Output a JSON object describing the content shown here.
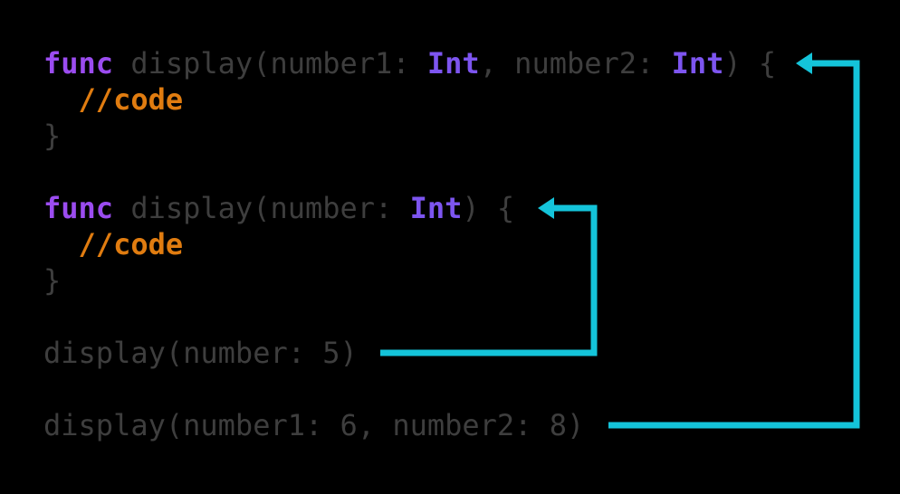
{
  "colors": {
    "background": "#000000",
    "plain": "#3e3e3e",
    "keyword": "#9b4cf0",
    "type": "#7d55f0",
    "comment": "#e07c10",
    "arrow": "#14c4da"
  },
  "code": {
    "language": "swift",
    "lines": [
      {
        "tokens": [
          {
            "text": "func",
            "style": "keyword"
          },
          {
            "text": " display(number1: ",
            "style": "plain"
          },
          {
            "text": "Int",
            "style": "type"
          },
          {
            "text": ", number2: ",
            "style": "plain"
          },
          {
            "text": "Int",
            "style": "type"
          },
          {
            "text": ") {",
            "style": "plain"
          }
        ]
      },
      {
        "tokens": [
          {
            "text": "  ",
            "style": "plain"
          },
          {
            "text": "//code",
            "style": "comment"
          }
        ]
      },
      {
        "tokens": [
          {
            "text": "}",
            "style": "plain"
          }
        ]
      },
      {
        "tokens": []
      },
      {
        "tokens": [
          {
            "text": "func",
            "style": "keyword"
          },
          {
            "text": " display(number: ",
            "style": "plain"
          },
          {
            "text": "Int",
            "style": "type"
          },
          {
            "text": ") {",
            "style": "plain"
          }
        ]
      },
      {
        "tokens": [
          {
            "text": "  ",
            "style": "plain"
          },
          {
            "text": "//code",
            "style": "comment"
          }
        ]
      },
      {
        "tokens": [
          {
            "text": "}",
            "style": "plain"
          }
        ]
      },
      {
        "tokens": []
      },
      {
        "tokens": [
          {
            "text": "display(number: 5)",
            "style": "plain"
          }
        ]
      },
      {
        "tokens": []
      },
      {
        "tokens": [
          {
            "text": "display(number1: 6, number2: 8)",
            "style": "plain"
          }
        ]
      }
    ]
  },
  "arrows": [
    {
      "name": "one-param-call-arrow",
      "from": "display(number: 5)",
      "to": "func display(number: Int) {"
    },
    {
      "name": "two-param-call-arrow",
      "from": "display(number1: 6, number2: 8)",
      "to": "func display(number1: Int, number2: Int) {"
    }
  ]
}
